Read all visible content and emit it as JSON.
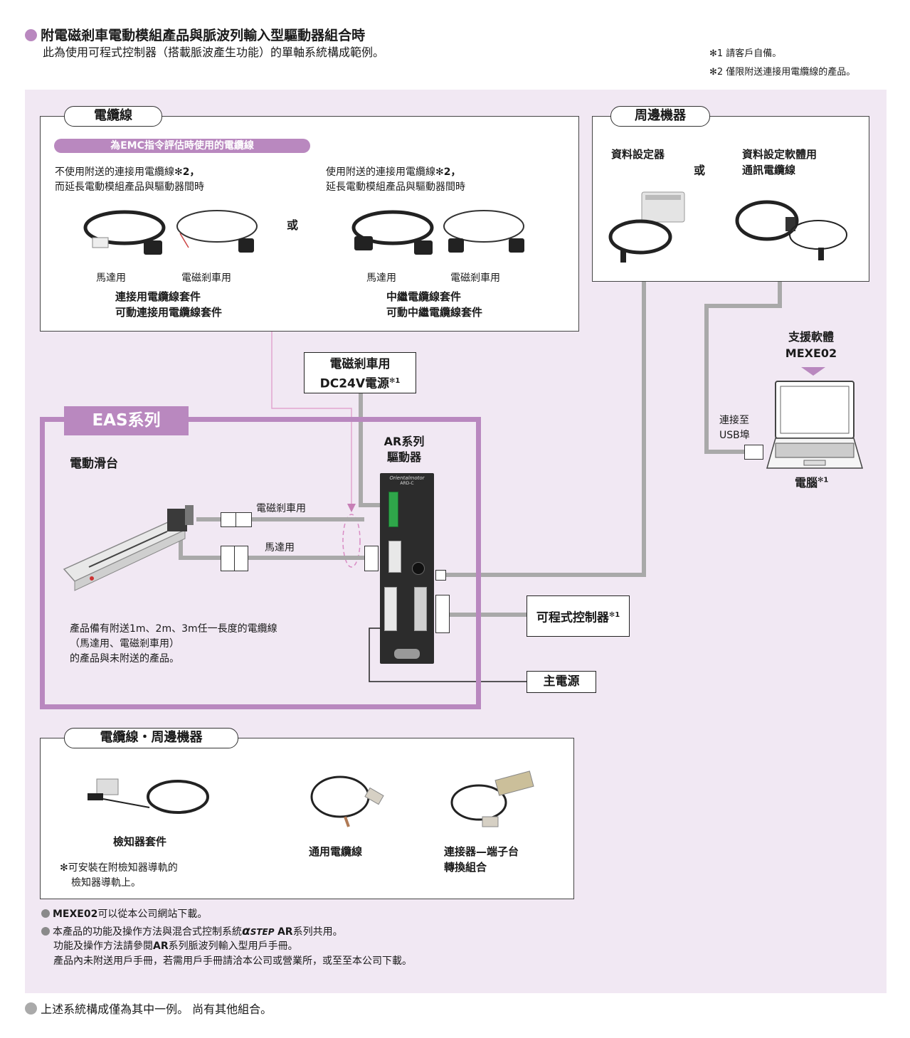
{
  "header": {
    "title": "附電磁剎車電動模組產品與脈波列輸入型驅動器組合時",
    "subtitle": "此為使用可程式控制器（搭載脈波產生功能）的單軸系統構成範例。",
    "note1": "✻1 請客戶自備。",
    "note2": "✻2 僅限附送連接用電纜線的產品。"
  },
  "cables": {
    "heading": "電纜線",
    "emc_tag": "為EMC指令評估時使用的電纜線",
    "left_desc_line1": "不使用附送的連接用電纜線",
    "left_desc_mark": "✻2，",
    "left_desc_line2": "而延長電動模組產品與驅動器間時",
    "right_desc_line1": "使用附送的連接用電纜線",
    "right_desc_mark": "✻2，",
    "right_desc_line2": "延長電動模組產品與驅動器間時",
    "or_label": "或",
    "left_motor": "馬達用",
    "left_brake": "電磁剎車用",
    "right_motor": "馬達用",
    "right_brake": "電磁剎車用",
    "left_kit_line1": "連接用電纜線套件",
    "left_kit_line2": "可動連接用電纜線套件",
    "right_kit_line1": "中繼電纜線套件",
    "right_kit_line2": "可動中繼電纜線套件"
  },
  "peripherals": {
    "heading": "周邊機器",
    "setter": "資料設定器",
    "or_label": "或",
    "software_cable_line1": "資料設定軟體用",
    "software_cable_line2": "通訊電纜線"
  },
  "support": {
    "line1": "支援軟體",
    "line2": "MEXE02",
    "usb_line1": "連接至",
    "usb_line2": "USB埠",
    "pc_label": "電腦",
    "pc_mark": "✻1"
  },
  "power24": {
    "line1": "電磁剎車用",
    "line2": "DC24V電源",
    "mark": "✻1"
  },
  "eas": {
    "series_label": "EAS系列",
    "slide_label": "電動滑台",
    "driver_line1": "AR系列",
    "driver_line2": "驅動器",
    "brake_cable": "電磁剎車用",
    "motor_cable": "馬達用",
    "note_line1": "產品備有附送1m、2m、3m任一長度的電纜線",
    "note_line2": "（馬達用、電磁剎車用）",
    "note_line3": "的產品與未附送的產品。",
    "driver_brand": "Orientalmotor",
    "driver_model": "ARD-C"
  },
  "plc": {
    "label": "可程式控制器",
    "mark": "✻1"
  },
  "main_power": {
    "label": "主電源"
  },
  "accessories": {
    "heading": "電纜線・周邊機器",
    "sensor_kit": "檢知器套件",
    "sensor_note_line1": "✻可安裝在附檢知器導軌的",
    "sensor_note_line2": "檢知器導軌上。",
    "general_cable": "通用電纜線",
    "terminal_line1": "連接器—端子台",
    "terminal_line2": "轉換組合"
  },
  "footnotes": {
    "f1_bold": "MEXE02",
    "f1_rest": "可以從本公司網站下載。",
    "f2_pre": "本產品的功能及操作方法與混合式控制系統",
    "f2_alpha": "α",
    "f2_step": "STEP",
    "f2_ar": "AR",
    "f2_post": "系列共用。",
    "f3_pre": "功能及操作方法請參閱",
    "f3_ar": "AR",
    "f3_post": "系列脈波列輸入型用戶手冊。",
    "f4": "產品內未附送用戶手冊，若需用戶手冊請洽本公司或營業所，或至至本公司下載。"
  },
  "bottom_note": "上述系統構成僅為其中一例。 尚有其他組合。",
  "colors": {
    "accent_purple": "#b988bf",
    "panel_bg": "#f1e8f3",
    "gray_line": "#a9a9a9",
    "pink_line": "#e3a6d0"
  }
}
